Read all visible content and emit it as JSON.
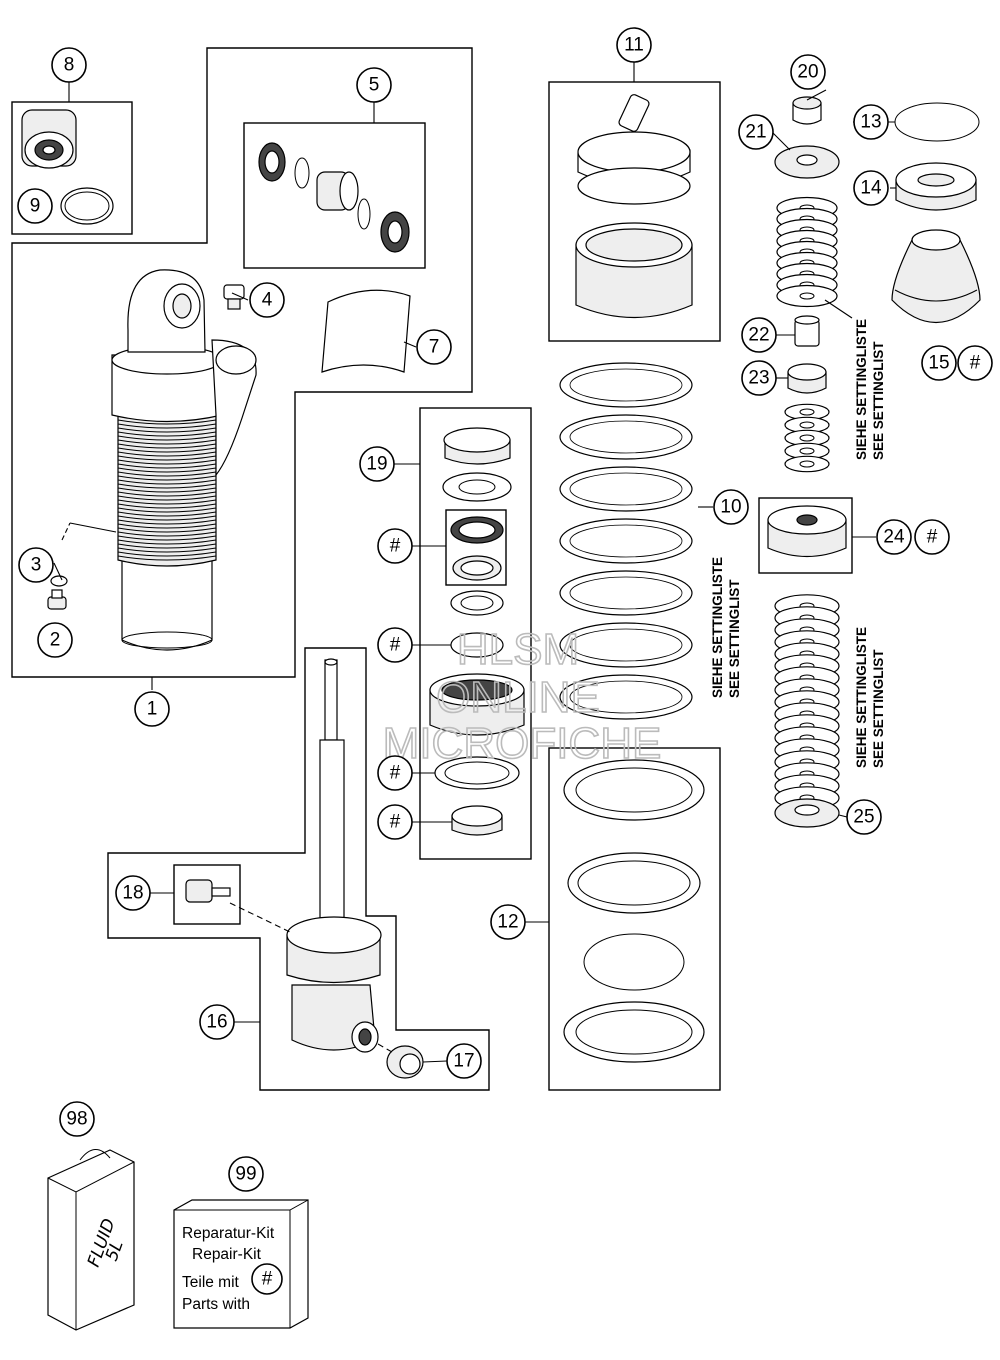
{
  "callouts": {
    "c1": "1",
    "c2": "2",
    "c3": "3",
    "c4": "4",
    "c5": "5",
    "c7": "7",
    "c8": "8",
    "c9": "9",
    "c10": "10",
    "c11": "11",
    "c12": "12",
    "c13": "13",
    "c14": "14",
    "c15": "15",
    "c16": "16",
    "c17": "17",
    "c18": "18",
    "c19": "19",
    "c20": "20",
    "c21": "21",
    "c22": "22",
    "c23": "23",
    "c24": "24",
    "c25": "25",
    "c98": "98",
    "c99": "99",
    "hash": "#"
  },
  "setting_notes": {
    "de": "SIEHE SETTINGLISTE",
    "en": "SEE SETTINGLIST"
  },
  "watermark": {
    "line1": "HLSM",
    "line2": "ONLINE",
    "line3": "MICROFICHE"
  },
  "fluid_can": {
    "line1": "FLUID",
    "line2": "5L"
  },
  "repair_kit": {
    "line1": "Reparatur-Kit",
    "line2": "Repair-Kit",
    "line3": "Teile mit",
    "line4": "Parts with"
  }
}
